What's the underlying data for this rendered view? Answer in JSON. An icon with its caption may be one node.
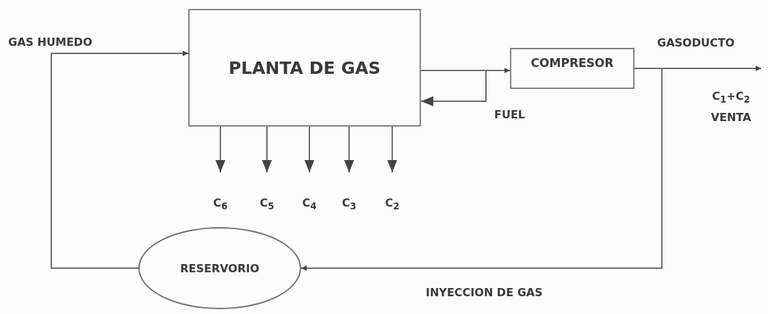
{
  "diagram": {
    "nodes": [
      {
        "text": [
          "PLANTA DE GAS"
        ]
      },
      {
        "text": [
          "COMPRESOR"
        ]
      },
      {
        "text": [
          "RESERVORIO"
        ]
      },
      {
        "text": [
          "C$_{6}$"
        ]
      },
      {
        "text": [
          "C$_{5}$"
        ]
      },
      {
        "text": [
          "C$_{4}$"
        ]
      },
      {
        "text": [
          "C$_{3}$"
        ]
      },
      {
        "text": [
          "C$_{2}$"
        ]
      }
    ],
    "edges": [
      {
        "from": 2,
        "to": 0,
        "arrow": "to",
        "label": "GAS HUMEDO"
      },
      {
        "from": 0,
        "to": 1,
        "arrow": "to"
      },
      {
        "from": 0,
        "to": 0,
        "arrow": "to",
        "label": "FUEL"
      },
      {
        "from": 1,
        "to": null,
        "arrow": "to",
        "label": "GASODUCTO"
      },
      {
        "from": 1,
        "to": 2,
        "arrow": "to",
        "label": "INYECCION DE GAS"
      },
      {
        "from": 0,
        "to": 3,
        "arrow": "to"
      },
      {
        "from": 0,
        "to": 4,
        "arrow": "to"
      },
      {
        "from": 0,
        "to": 5,
        "arrow": "to"
      },
      {
        "from": 0,
        "to": 6,
        "arrow": "to"
      },
      {
        "from": 0,
        "to": 7,
        "arrow": "to"
      }
    ],
    "labels": [
      "C$_{1}$+C$_{2}$ VENTA"
    ]
  }
}
